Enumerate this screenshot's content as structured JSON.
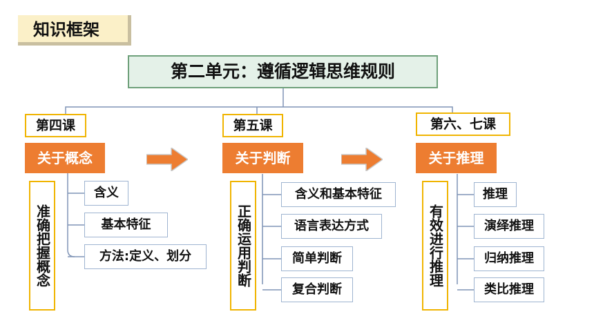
{
  "section_label": "知识框架",
  "title": "第二单元：遵循逻辑思维规则",
  "columns": [
    {
      "lesson": "第四课",
      "topic": "关于概念",
      "vertical": "准确把握概念",
      "items": [
        "含义",
        "基本特征",
        "方法:定义、划分"
      ]
    },
    {
      "lesson": "第五课",
      "topic": "关于判断",
      "vertical": "正确运用判断",
      "items": [
        "含义和基本特征",
        "语言表达方式",
        "简单判断",
        "复合判断"
      ]
    },
    {
      "lesson": "第六、七课",
      "topic": "关于推理",
      "vertical": "有效进行推理",
      "items": [
        "推理",
        "演绎推理",
        "归纳推理",
        "类比推理"
      ]
    }
  ],
  "colors": {
    "topic_fill": "#ed7d31",
    "lesson_border": "#f0b400",
    "title_fill": "#e4f1e8",
    "title_border": "#6ea07a",
    "line": "#7f93b5"
  }
}
